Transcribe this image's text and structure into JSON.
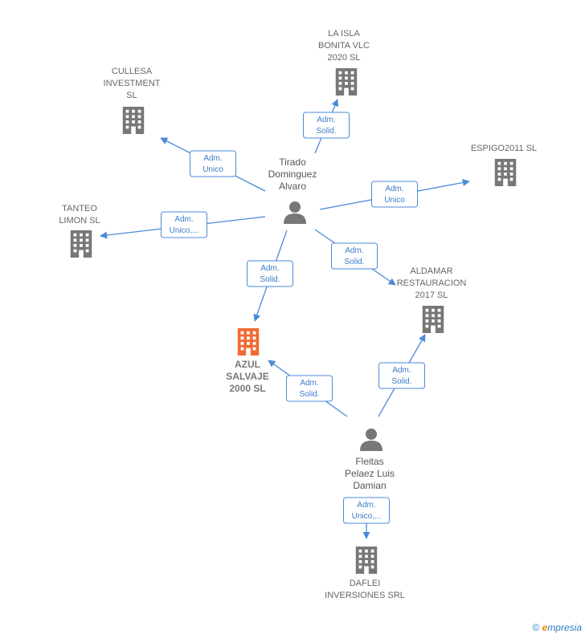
{
  "colors": {
    "edge": "#4a8ad8",
    "company": "#777777",
    "focus_company": "#f06a35",
    "person": "#777777",
    "copyright": "#2b7fc1",
    "brand_e": "#e68a00"
  },
  "nodes": [
    {
      "id": "tirado",
      "kind": "person",
      "icon": "person-icon",
      "lines": [
        "Tirado",
        "Dominguez",
        "Alvaro"
      ]
    },
    {
      "id": "fleitas",
      "kind": "person",
      "icon": "person-icon",
      "lines": [
        "Fleitas",
        "Pelaez Luis",
        "Damian"
      ]
    },
    {
      "id": "azul",
      "kind": "focus",
      "icon": "building-icon",
      "lines": [
        "AZUL",
        "SALVAJE",
        "2000  SL"
      ]
    },
    {
      "id": "laisla",
      "kind": "company",
      "icon": "building-icon",
      "lines": [
        "LA ISLA",
        "BONITA VLC",
        "2020  SL"
      ]
    },
    {
      "id": "cullesa",
      "kind": "company",
      "icon": "building-icon",
      "lines": [
        "CULLESA",
        "INVESTMENT",
        "SL"
      ]
    },
    {
      "id": "espigo",
      "kind": "company",
      "icon": "building-icon",
      "lines": [
        "ESPIGO2011 SL"
      ]
    },
    {
      "id": "tanteo",
      "kind": "company",
      "icon": "building-icon",
      "lines": [
        "TANTEO",
        "LIMON SL"
      ]
    },
    {
      "id": "aldamar",
      "kind": "company",
      "icon": "building-icon",
      "lines": [
        "ALDAMAR",
        "RESTAURACION",
        "2017  SL"
      ]
    },
    {
      "id": "daflei",
      "kind": "company",
      "icon": "building-icon",
      "lines": [
        "DAFLEI",
        "INVERSIONES SRL"
      ]
    }
  ],
  "edges": [
    {
      "from": "tirado",
      "to": "laisla",
      "label": [
        "Adm.",
        "Solid."
      ]
    },
    {
      "from": "tirado",
      "to": "cullesa",
      "label": [
        "Adm.",
        "Unico"
      ]
    },
    {
      "from": "tirado",
      "to": "espigo",
      "label": [
        "Adm.",
        "Unico"
      ]
    },
    {
      "from": "tirado",
      "to": "tanteo",
      "label": [
        "Adm.",
        "Unico,..."
      ]
    },
    {
      "from": "tirado",
      "to": "azul",
      "label": [
        "Adm.",
        "Solid."
      ]
    },
    {
      "from": "tirado",
      "to": "aldamar",
      "label": [
        "Adm.",
        "Solid."
      ]
    },
    {
      "from": "fleitas",
      "to": "azul",
      "label": [
        "Adm.",
        "Solid."
      ]
    },
    {
      "from": "fleitas",
      "to": "aldamar",
      "label": [
        "Adm.",
        "Solid."
      ]
    },
    {
      "from": "fleitas",
      "to": "daflei",
      "label": [
        "Adm.",
        "Unico,..."
      ]
    }
  ],
  "footer": {
    "copyright": "©",
    "brand_e": "e",
    "brand_rest": "mpresia"
  }
}
